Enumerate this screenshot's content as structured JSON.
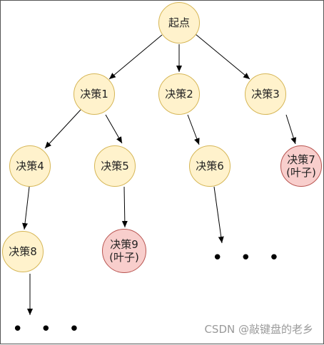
{
  "diagram": {
    "nodes": {
      "start": "起点",
      "d1": "决策1",
      "d2": "决策2",
      "d3": "决策3",
      "d4": "决策4",
      "d5": "决策5",
      "d6": "决策6",
      "d7": "决策7",
      "d7_sub": "(叶子)",
      "d8": "决策8",
      "d9": "决策9",
      "d9_sub": "(叶子)"
    },
    "ellipsis": "• • •",
    "colors": {
      "decision_fill": "#fff2cc",
      "decision_border": "#d6b656",
      "leaf_fill": "#f8cecc",
      "leaf_border": "#b85450"
    }
  },
  "watermark": "CSDN @敲键盘的老乡"
}
